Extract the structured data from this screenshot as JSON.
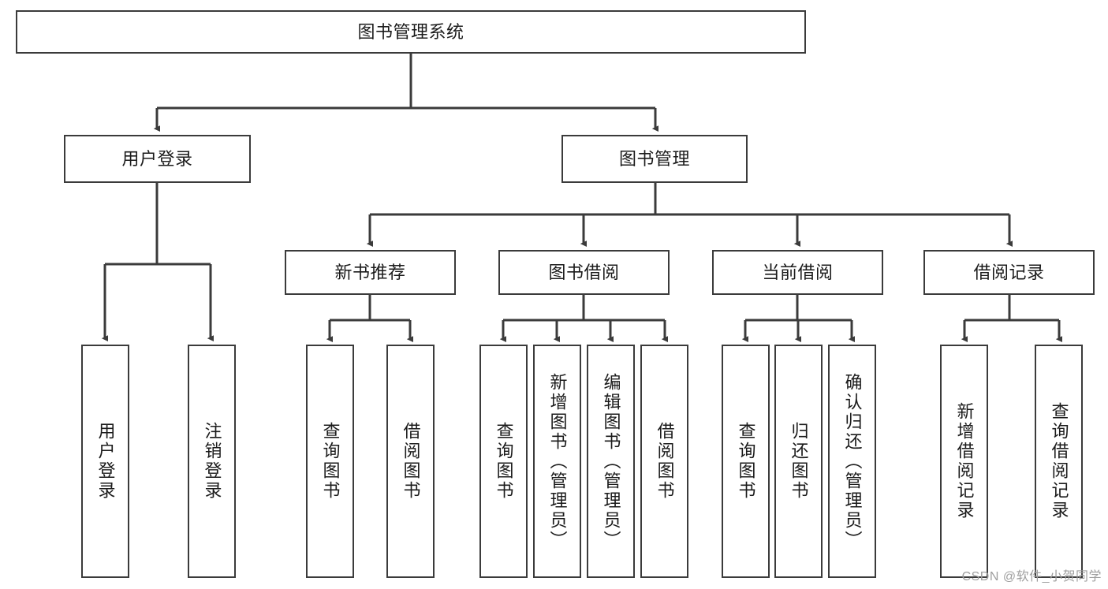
{
  "diagram": {
    "type": "tree-hierarchy-chart",
    "title": "图书管理系统",
    "colors": {
      "box_border": "#3b3b3b",
      "box_fill": "#ffffff",
      "connector": "#3b3b3b",
      "text": "#1b1b1b",
      "watermark": "#9e9e9e"
    },
    "root": {
      "label": "图书管理系统",
      "orientation": "horizontal"
    },
    "level1": [
      {
        "id": "user-login",
        "label": "用户登录",
        "orientation": "horizontal"
      },
      {
        "id": "book-management",
        "label": "图书管理",
        "orientation": "horizontal"
      }
    ],
    "level2": [
      {
        "id": "new-book-recommend",
        "label": "新书推荐",
        "orientation": "horizontal",
        "parent": "book-management"
      },
      {
        "id": "book-borrow",
        "label": "图书借阅",
        "orientation": "horizontal",
        "parent": "book-management"
      },
      {
        "id": "current-borrow",
        "label": "当前借阅",
        "orientation": "horizontal",
        "parent": "book-management"
      },
      {
        "id": "borrow-record",
        "label": "借阅记录",
        "orientation": "horizontal",
        "parent": "book-management"
      }
    ],
    "leaves": [
      {
        "id": "leaf-user-login",
        "label": "用户登录",
        "orientation": "vertical",
        "parent": "user-login"
      },
      {
        "id": "leaf-user-logout",
        "label": "注销登录",
        "orientation": "vertical",
        "parent": "user-login"
      },
      {
        "id": "leaf-query-book-1",
        "label": "查询图书",
        "orientation": "vertical",
        "parent": "new-book-recommend"
      },
      {
        "id": "leaf-borrow-book-1",
        "label": "借阅图书",
        "orientation": "vertical",
        "parent": "new-book-recommend"
      },
      {
        "id": "leaf-query-book-2",
        "label": "查询图书",
        "orientation": "vertical",
        "parent": "book-borrow"
      },
      {
        "id": "leaf-add-book",
        "label": "新增图书（管理员）",
        "orientation": "vertical",
        "parent": "book-borrow"
      },
      {
        "id": "leaf-edit-book",
        "label": "编辑图书（管理员）",
        "orientation": "vertical",
        "parent": "book-borrow"
      },
      {
        "id": "leaf-borrow-book-2",
        "label": "借阅图书",
        "orientation": "vertical",
        "parent": "book-borrow"
      },
      {
        "id": "leaf-query-book-3",
        "label": "查询图书",
        "orientation": "vertical",
        "parent": "current-borrow"
      },
      {
        "id": "leaf-return-book",
        "label": "归还图书",
        "orientation": "vertical",
        "parent": "current-borrow"
      },
      {
        "id": "leaf-confirm-return",
        "label": "确认归还（管理员）",
        "orientation": "vertical",
        "parent": "current-borrow"
      },
      {
        "id": "leaf-add-record",
        "label": "新增借阅记录",
        "orientation": "vertical",
        "parent": "borrow-record"
      },
      {
        "id": "leaf-query-record",
        "label": "查询借阅记录",
        "orientation": "vertical",
        "parent": "borrow-record"
      }
    ]
  },
  "watermark": {
    "text": "CSDN @软件_小贺同学"
  }
}
